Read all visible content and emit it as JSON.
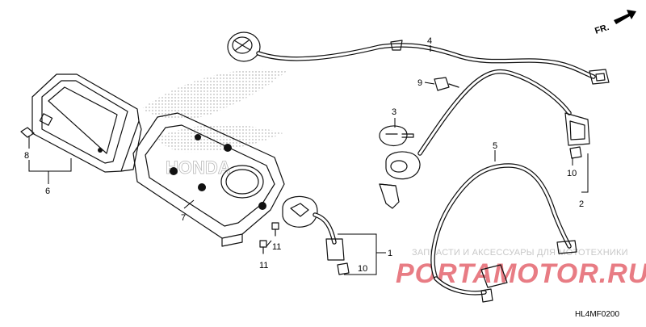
{
  "diagram_code": "HL4MF0200",
  "direction_marker": "FR.",
  "watermark": {
    "tagline": "ЗАПЧАСТИ И АКСЕССУАРЫ ДЛЯ МОТОТЕХНИКИ",
    "logo": "PORTAMOTOR.RU"
  },
  "callouts": {
    "c1": "1",
    "c2": "2",
    "c3": "3",
    "c4": "4",
    "c5": "5",
    "c6": "6",
    "c7": "7",
    "c8": "8",
    "c9": "9",
    "c10a": "10",
    "c10b": "10",
    "c11a": "11",
    "c11b": "11"
  }
}
